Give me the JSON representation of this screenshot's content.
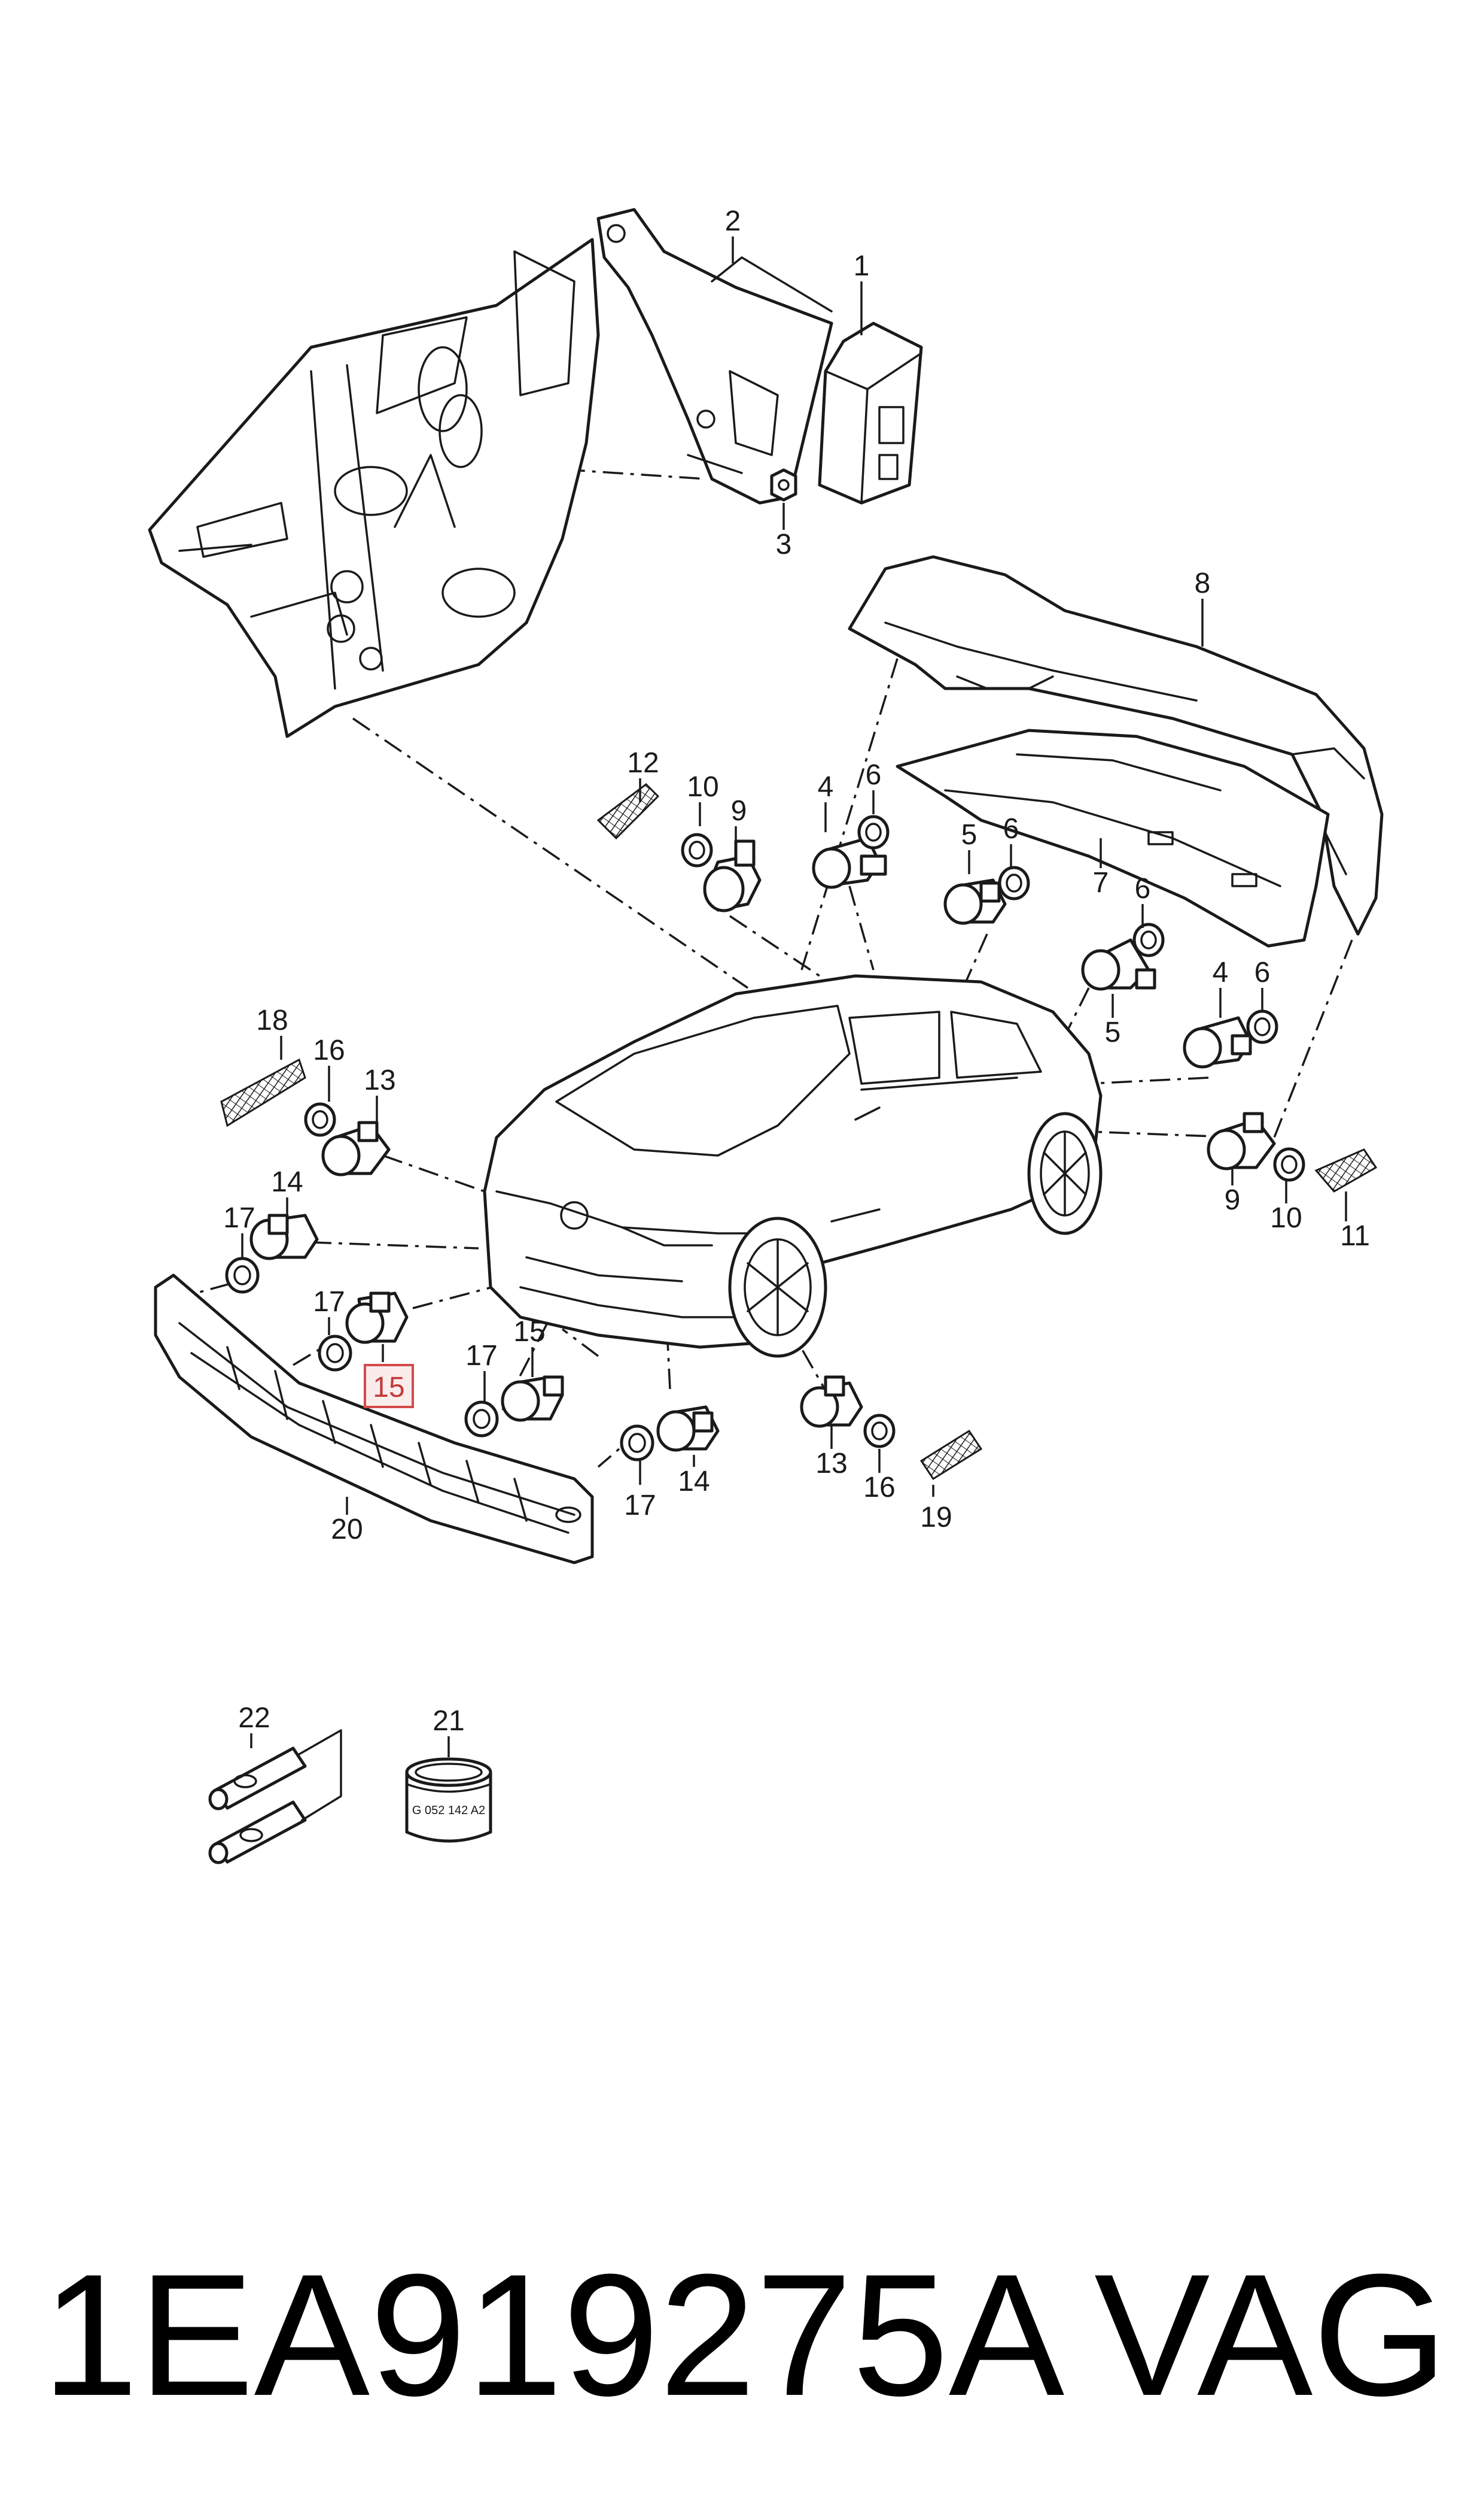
{
  "diagram": {
    "callouts": {
      "c1": "1",
      "c2": "2",
      "c3": "3",
      "c4a": "4",
      "c4b": "4",
      "c5a": "5",
      "c5b": "5",
      "c6a": "6",
      "c6b": "6",
      "c6c": "6",
      "c6d": "6",
      "c7": "7",
      "c8": "8",
      "c9a": "9",
      "c9b": "9",
      "c10a": "10",
      "c10b": "10",
      "c11": "11",
      "c12": "12",
      "c13a": "13",
      "c13b": "13",
      "c14a": "14",
      "c14b": "14",
      "c15a": "15",
      "c15b": "15",
      "c16a": "16",
      "c16b": "16",
      "c17a": "17",
      "c17b": "17",
      "c17c": "17",
      "c18": "18",
      "c19": "19",
      "c20": "20",
      "c21": "21",
      "c22": "22"
    },
    "highlighted_callout": "15",
    "highlight_color": "#d44a4a",
    "sleeve_stamp": "G 052 142 A2"
  },
  "footer": {
    "part_number": "1EA919275A",
    "brand": "VAG"
  }
}
